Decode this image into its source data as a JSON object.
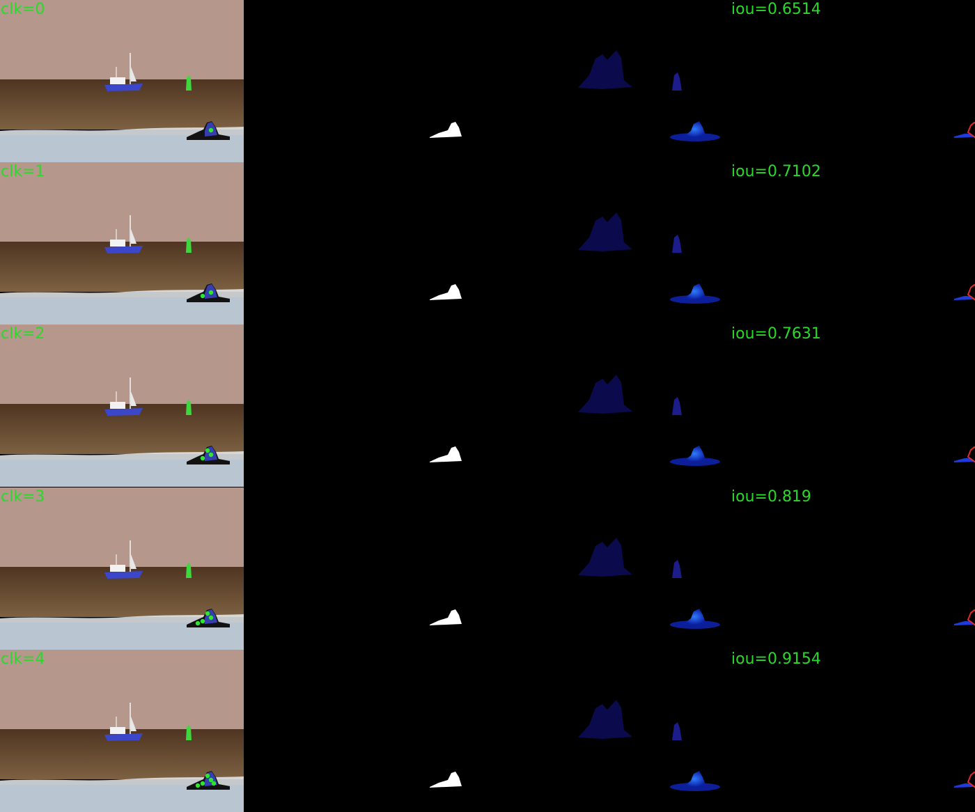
{
  "colors": {
    "label_green": "#2bd92b",
    "background": "#000000",
    "sky": "#b5978c",
    "sea_far": "#4f3521",
    "sea_near": "#7d6142",
    "foam": "#e7ecf0",
    "sand": "#b9c6d1",
    "mask_white": "#ffffff",
    "prob_blue_dim": "#0b0b55",
    "prob_blue_bright": "#2f7bff",
    "error_red": "#e32b2b",
    "error_blue": "#1f3bdc",
    "click_green": "#2fe62f",
    "boat_blue": "#3c46c8"
  },
  "rows": [
    {
      "clk_label": "clk=0",
      "iou_label": "iou=0.6514",
      "clicks": 1
    },
    {
      "clk_label": "clk=1",
      "iou_label": "iou=0.7102",
      "clicks": 2
    },
    {
      "clk_label": "clk=2",
      "iou_label": "iou=0.7631",
      "clicks": 3
    },
    {
      "clk_label": "clk=3",
      "iou_label": "iou=0.819",
      "clicks": 4
    },
    {
      "clk_label": "clk=4",
      "iou_label": "iou=0.9154",
      "clicks": 5
    }
  ]
}
